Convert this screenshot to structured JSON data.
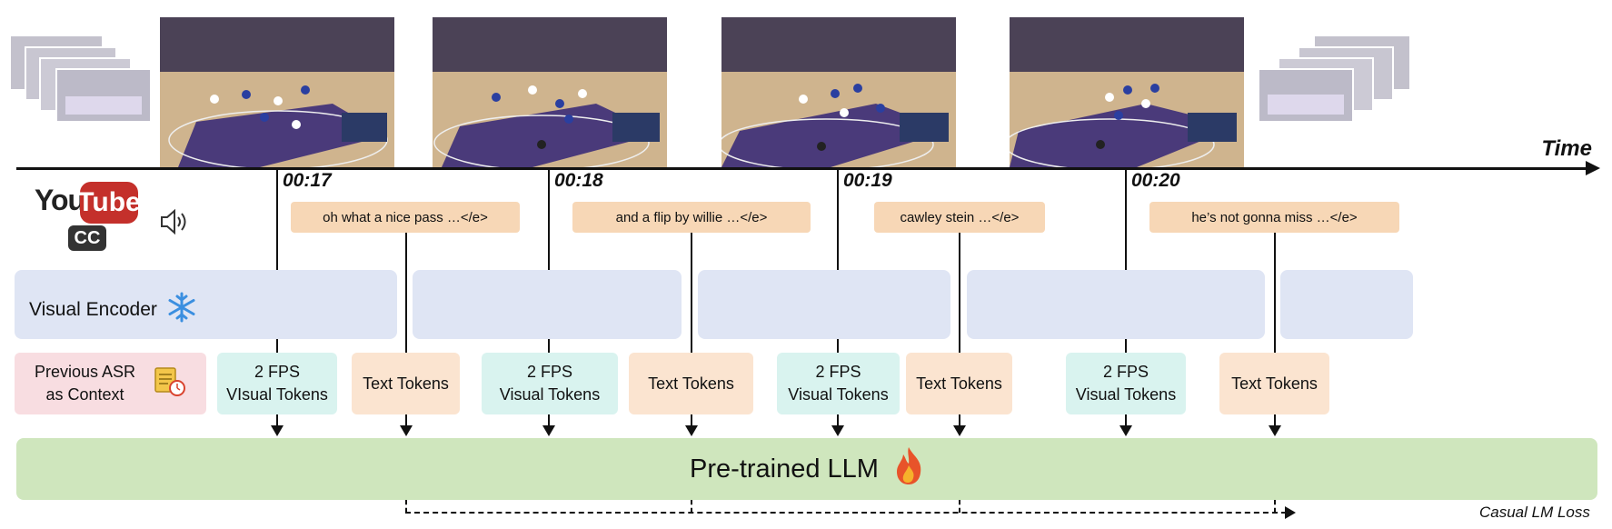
{
  "time_axis_label": "Time",
  "timestamps": [
    "00:17",
    "00:18",
    "00:19",
    "00:20"
  ],
  "captions": [
    "oh what a nice pass …</e>",
    "and a flip by willie …</e>",
    "cawley stein …</e>",
    "he’s not gonna miss …</e>"
  ],
  "logo": {
    "text_you": "You",
    "text_tube": "Tube",
    "text_cc": "CC",
    "brand_color": "#c4302b"
  },
  "encoder_label": "Visual Encoder",
  "context_token": {
    "line1": "Previous ASR",
    "line2": "as Context"
  },
  "visual_tokens": [
    {
      "line1": "2 FPS",
      "line2": "VIsual Tokens"
    },
    {
      "line1": "2 FPS",
      "line2": "Visual Tokens"
    },
    {
      "line1": "2 FPS",
      "line2": "Visual Tokens"
    },
    {
      "line1": "2 FPS",
      "line2": "Visual Tokens"
    }
  ],
  "text_tokens": [
    "Text Tokens",
    "Text Tokens",
    "Text Tokens",
    "Text Tokens"
  ],
  "llm_label": "Pre-trained LLM",
  "loss_label": "Casual LM Loss",
  "icons": [
    "speaker-icon",
    "snowflake-icon",
    "history-scroll-clock-icon",
    "fire-icon"
  ],
  "colors": {
    "caption_bg": "#f7d7b6",
    "encoder_bg": "#dfe5f4",
    "visual_token_bg": "#d9f3ef",
    "text_token_bg": "#fbe4d0",
    "context_bg": "#f8dde1",
    "llm_bg": "#cfe6bd",
    "snowflake": "#3b8fe0",
    "fire": "#e8532a"
  }
}
